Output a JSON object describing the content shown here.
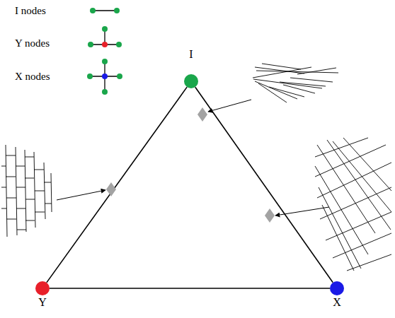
{
  "diagram": {
    "nodes": [
      {
        "text": [
          "I"
        ]
      },
      {
        "text": [
          "Y"
        ]
      },
      {
        "text": [
          "X"
        ]
      }
    ],
    "edges": [
      {
        "from": 0,
        "to": 1,
        "arrow": "none"
      },
      {
        "from": 0,
        "to": 2,
        "arrow": "none"
      },
      {
        "from": 1,
        "to": 2,
        "arrow": "none"
      }
    ],
    "legend": [
      {
        "text": "I nodes"
      },
      {
        "text": "Y nodes"
      },
      {
        "text": "X nodes"
      }
    ]
  }
}
